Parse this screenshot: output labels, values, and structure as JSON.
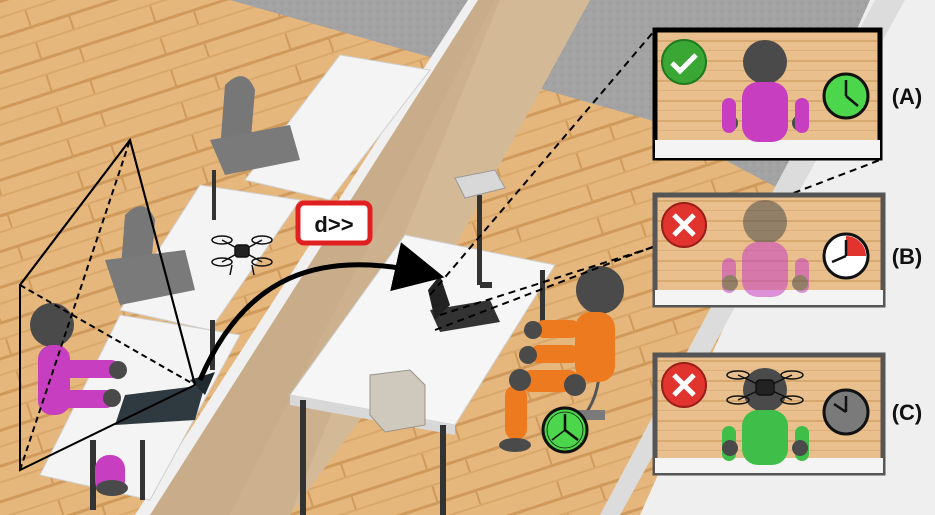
{
  "arrow_label": "d>>",
  "panels": [
    {
      "label": "(A)",
      "status": "check",
      "clock": "green"
    },
    {
      "label": "(B)",
      "status": "cross",
      "clock": "red-sector"
    },
    {
      "label": "(C)",
      "status": "cross",
      "clock": "gray"
    }
  ],
  "colors": {
    "wood": "#e3b47a",
    "wood_stripe": "#cf9a5c",
    "concrete": "#9d9d9d",
    "partition": "#cdb18f",
    "check_green": "#3aa735",
    "cross_red": "#e2342f",
    "magenta": "#c73fc0",
    "orange": "#ee7a1f",
    "drone_green": "#3fbf4a",
    "arrow_box_red": "#e02020"
  }
}
